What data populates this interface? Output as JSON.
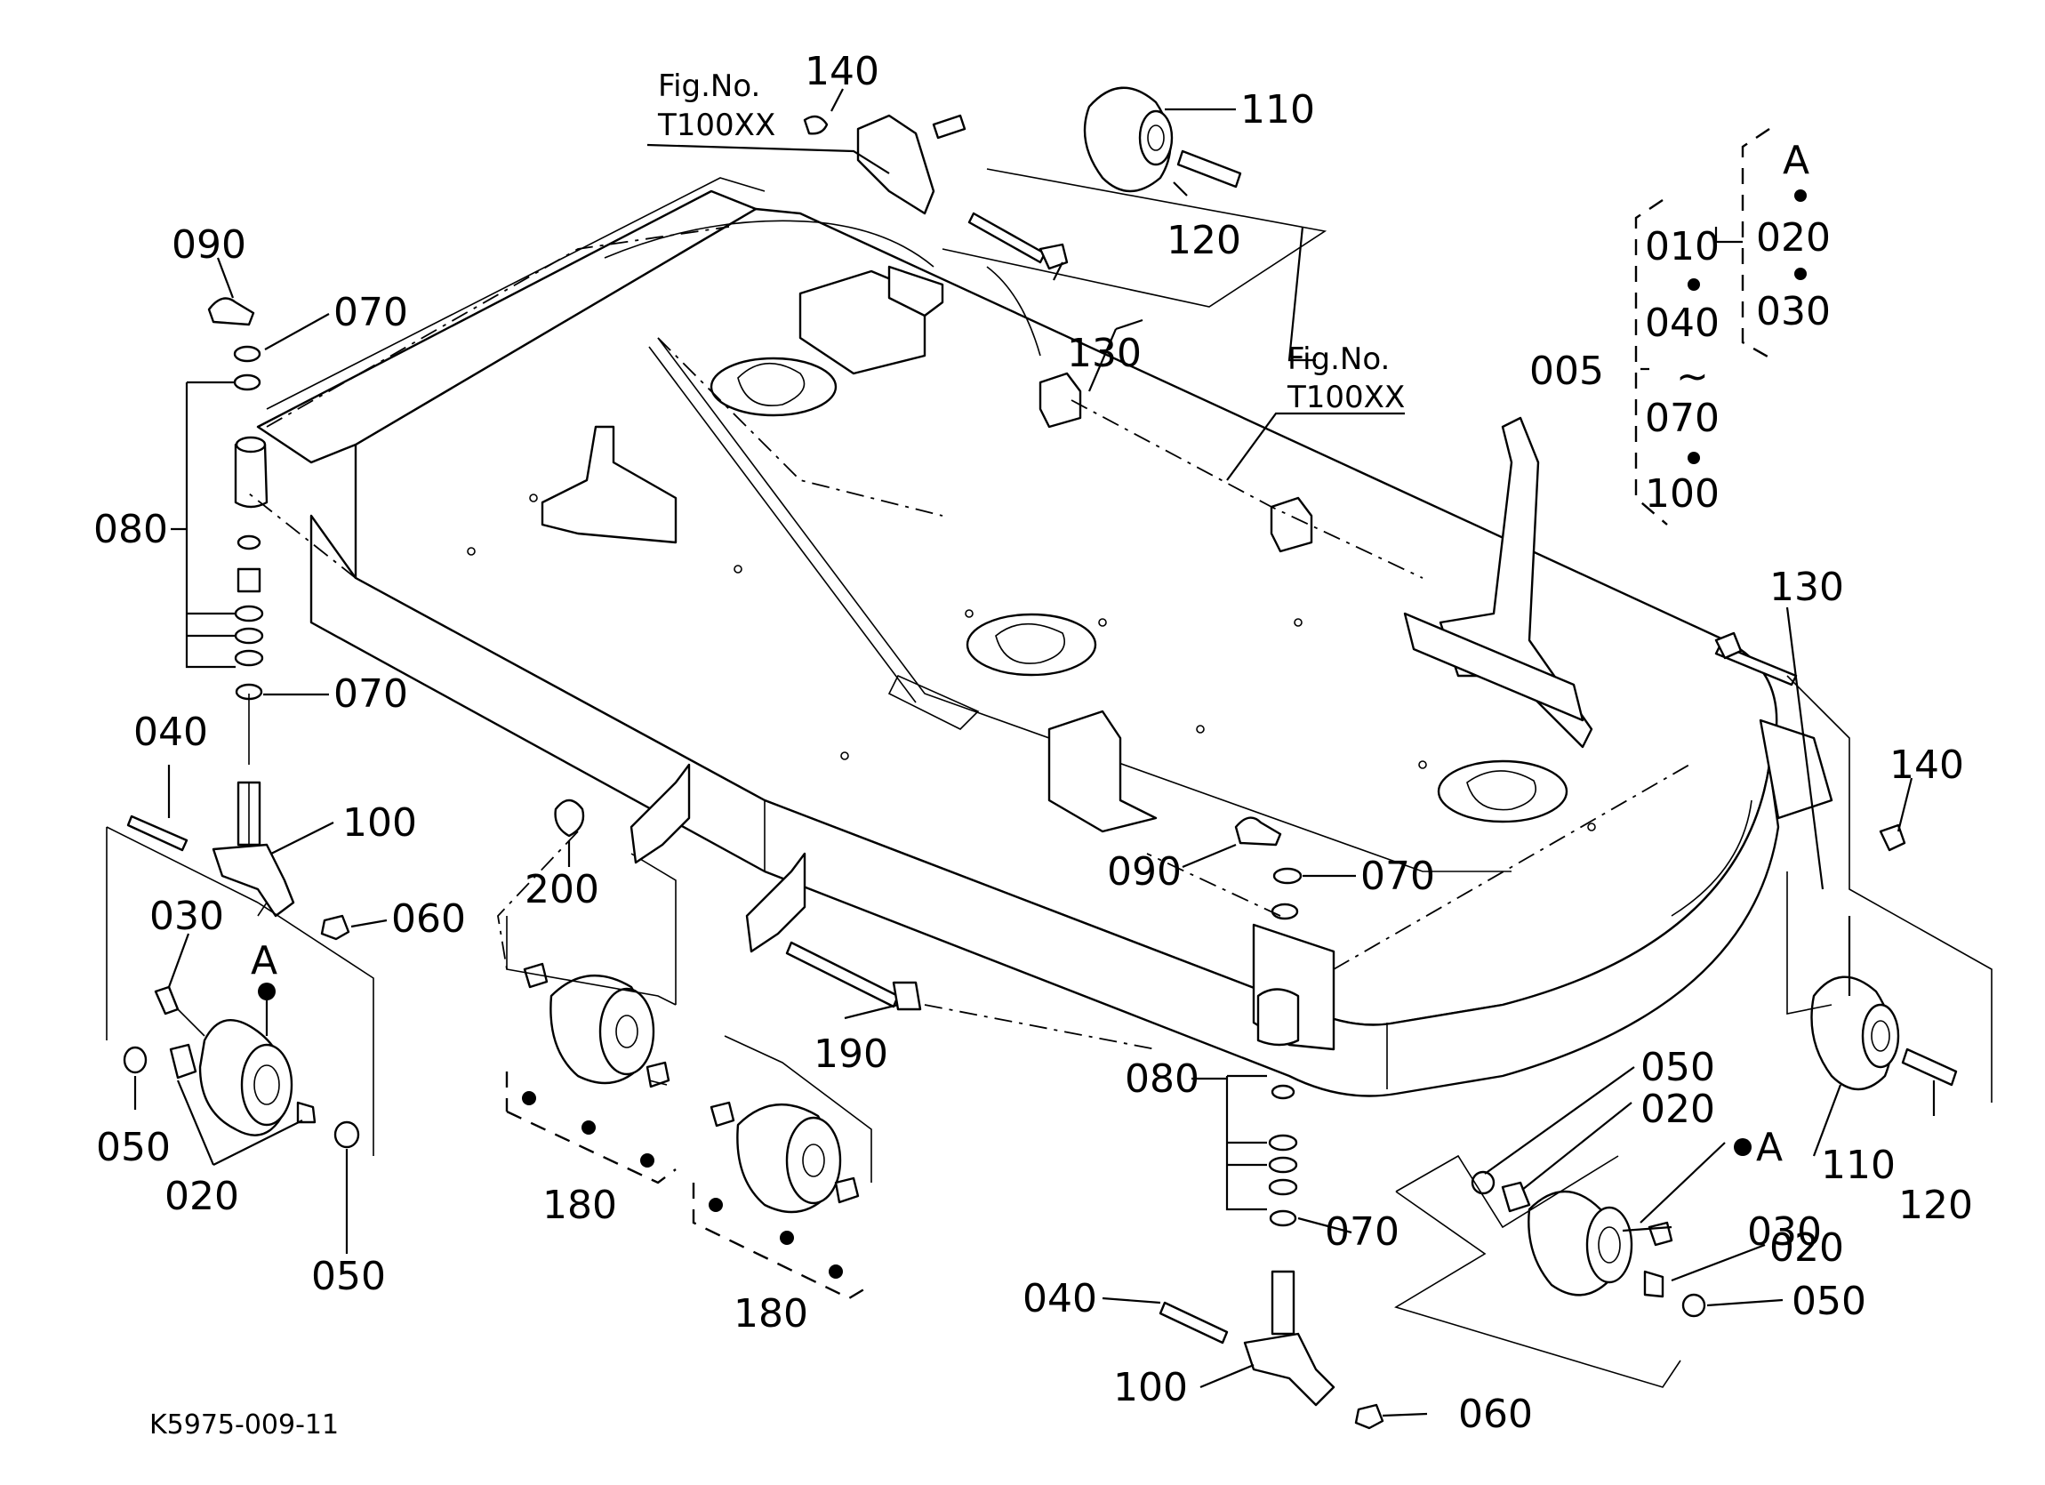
{
  "labels": {
    "fig_top": "Fig.No.",
    "fig_top_no": "T100XX",
    "fig_mid": "Fig.No.",
    "fig_mid_no": "T100XX",
    "p005": "005",
    "k010": "010",
    "k040": "040",
    "tilde": "~",
    "k070": "070",
    "k100": "100",
    "kA": "A",
    "k020": "020",
    "k030": "030",
    "l140a": "140",
    "l110a": "110",
    "l120a": "120",
    "l130a": "130",
    "l090a": "090",
    "l070a": "070",
    "l080a": "080",
    "l070b": "070",
    "l040a": "040",
    "l100a": "100",
    "l030a": "030",
    "lAa": "A",
    "l060a": "060",
    "l050a": "050",
    "l020a": "020",
    "l050b": "050",
    "l200": "200",
    "l180a": "180",
    "l180b": "180",
    "l190": "190",
    "l090b": "090",
    "l070c": "070",
    "l080b": "080",
    "l070d": "070",
    "l040b": "040",
    "l100b": "100",
    "l060b": "060",
    "l050c": "050",
    "l020b": "020",
    "lAb": "A",
    "l030b": "030",
    "l020c": "020",
    "l050d": "050",
    "l130b": "130",
    "l140b": "140",
    "l110b": "110",
    "l120b": "120",
    "drawing_code": "K5975-009-11"
  }
}
